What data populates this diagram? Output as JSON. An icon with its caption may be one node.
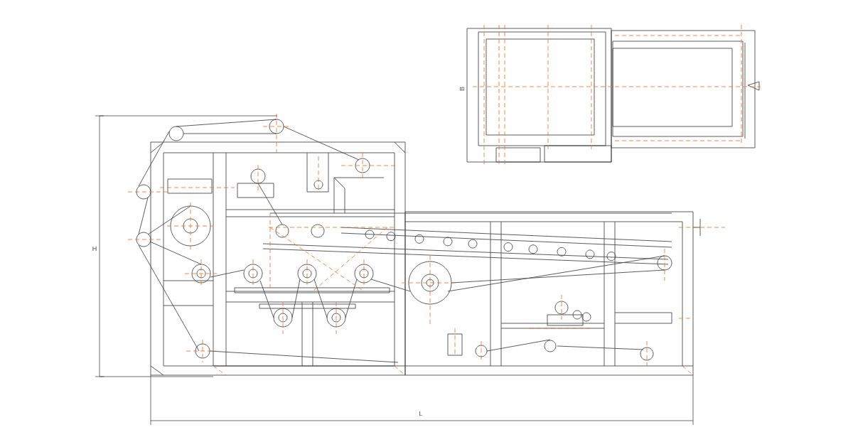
{
  "diagram": {
    "labels": [
      "B",
      "H",
      "L"
    ]
  }
}
